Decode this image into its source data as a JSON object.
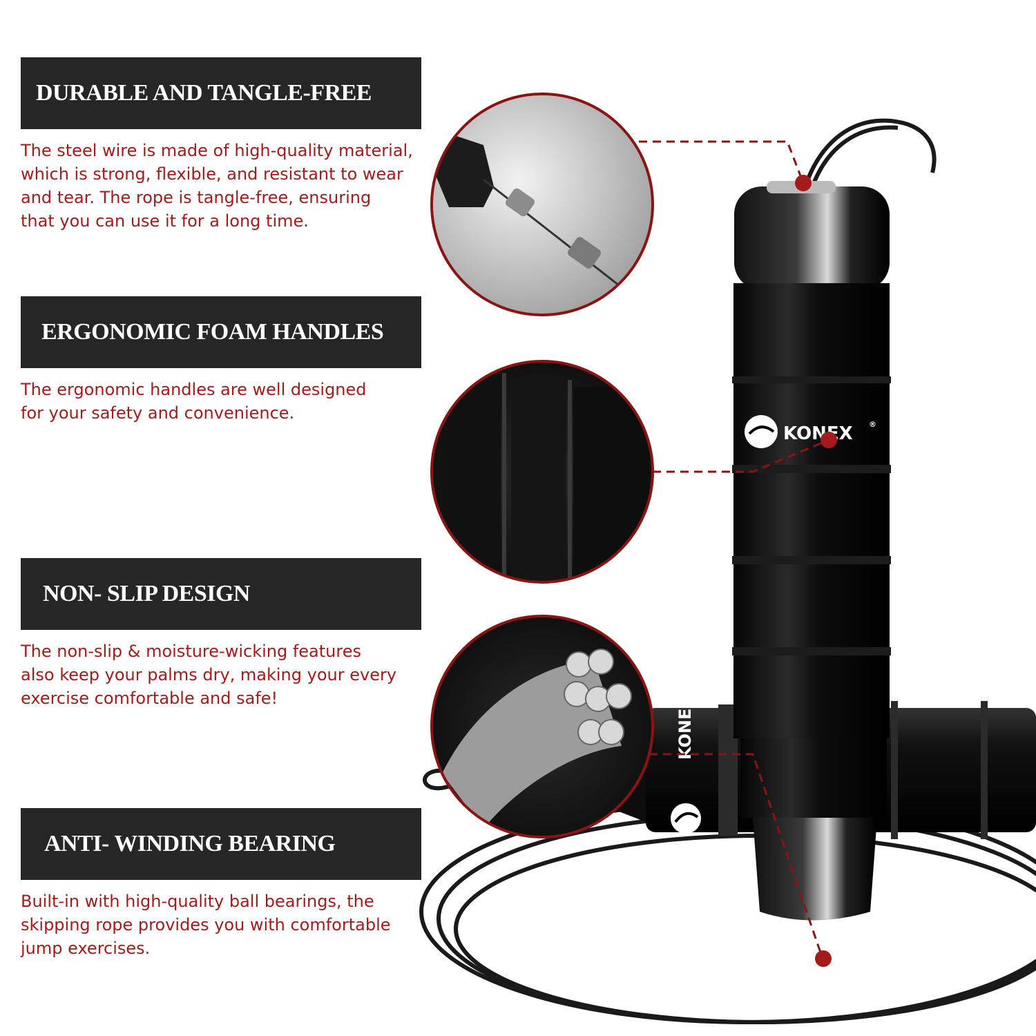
{
  "features": [
    {
      "title": "DURABLE AND TANGLE-FREE",
      "lines": [
        "The steel wire is made of high-quality material,",
        "which is strong, flexible, and resistant to wear",
        "and tear. The rope is tangle-free, ensuring",
        "that you can use it for a long time."
      ]
    },
    {
      "title": "ERGONOMIC FOAM HANDLES",
      "lines": [
        "The ergonomic handles are well designed",
        "for your safety and convenience."
      ]
    },
    {
      "title": "NON- SLIP DESIGN",
      "lines": [
        "The non-slip & moisture-wicking features",
        "also keep your palms dry, making your every",
        "exercise comfortable and safe!"
      ]
    },
    {
      "title": "ANTI- WINDING BEARING",
      "lines": [
        "Built-in with high-quality ball bearings, the",
        "skipping rope provides you with comfortable",
        "jump exercises."
      ]
    }
  ],
  "brand": {
    "name": "KONEX",
    "mark": "®"
  },
  "colors": {
    "accent": "#a31b1b",
    "banner": "#262626",
    "handle": "#111111"
  }
}
